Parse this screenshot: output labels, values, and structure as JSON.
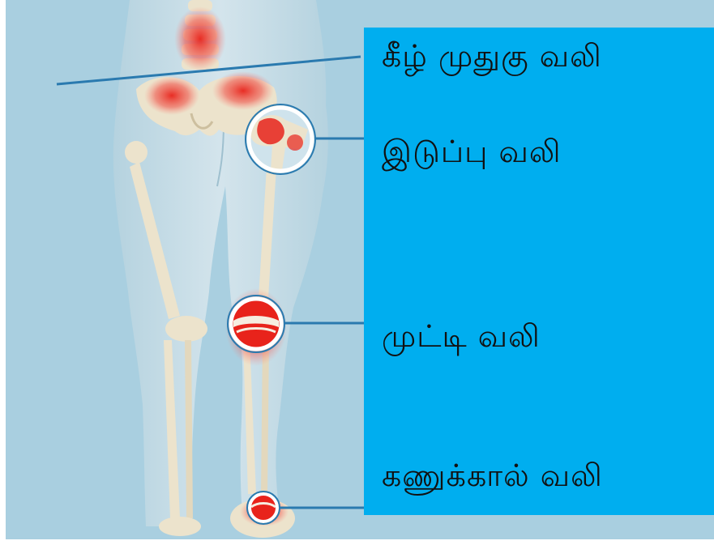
{
  "colors": {
    "background": "#a9cfe0",
    "panel": "#00aeef",
    "bone": "#ece3cc",
    "pain": "#e8231b",
    "callout_line": "#2a7aaf",
    "label_text": "#111111"
  },
  "labels": {
    "lower_back": "கீழ் முதுகு வலி",
    "hip": "இடுப்பு வலி",
    "knee": "முட்டி வலி",
    "ankle": "கணுக்கால் வலி"
  }
}
